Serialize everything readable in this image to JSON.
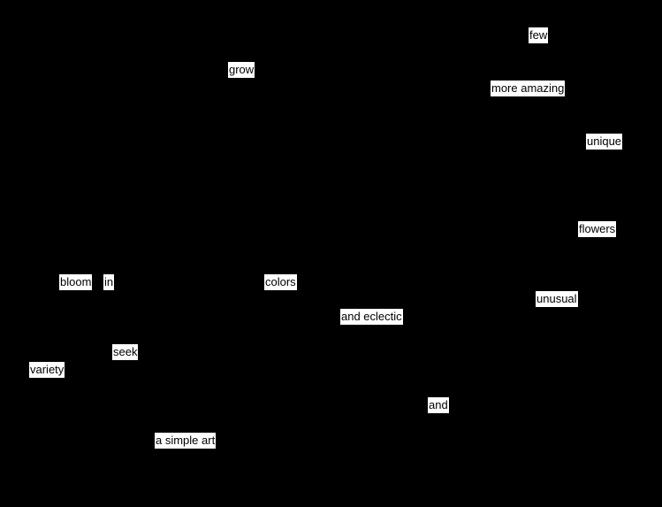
{
  "background_color": "#000000",
  "label_background": "#ffffff",
  "label_text_color": "#000000",
  "words": [
    {
      "id": "few",
      "text": "few"
    },
    {
      "id": "grow",
      "text": "grow"
    },
    {
      "id": "more-amazing",
      "text": "more amazing"
    },
    {
      "id": "unique",
      "text": "unique"
    },
    {
      "id": "flowers",
      "text": "flowers"
    },
    {
      "id": "bloom",
      "text": "bloom"
    },
    {
      "id": "in",
      "text": "in"
    },
    {
      "id": "colors",
      "text": "colors"
    },
    {
      "id": "unusual",
      "text": "unusual"
    },
    {
      "id": "and-eclectic",
      "text": "and eclectic"
    },
    {
      "id": "seek",
      "text": "seek"
    },
    {
      "id": "variety",
      "text": "variety"
    },
    {
      "id": "and",
      "text": "and"
    },
    {
      "id": "a-simple-art",
      "text": "a simple art"
    }
  ]
}
